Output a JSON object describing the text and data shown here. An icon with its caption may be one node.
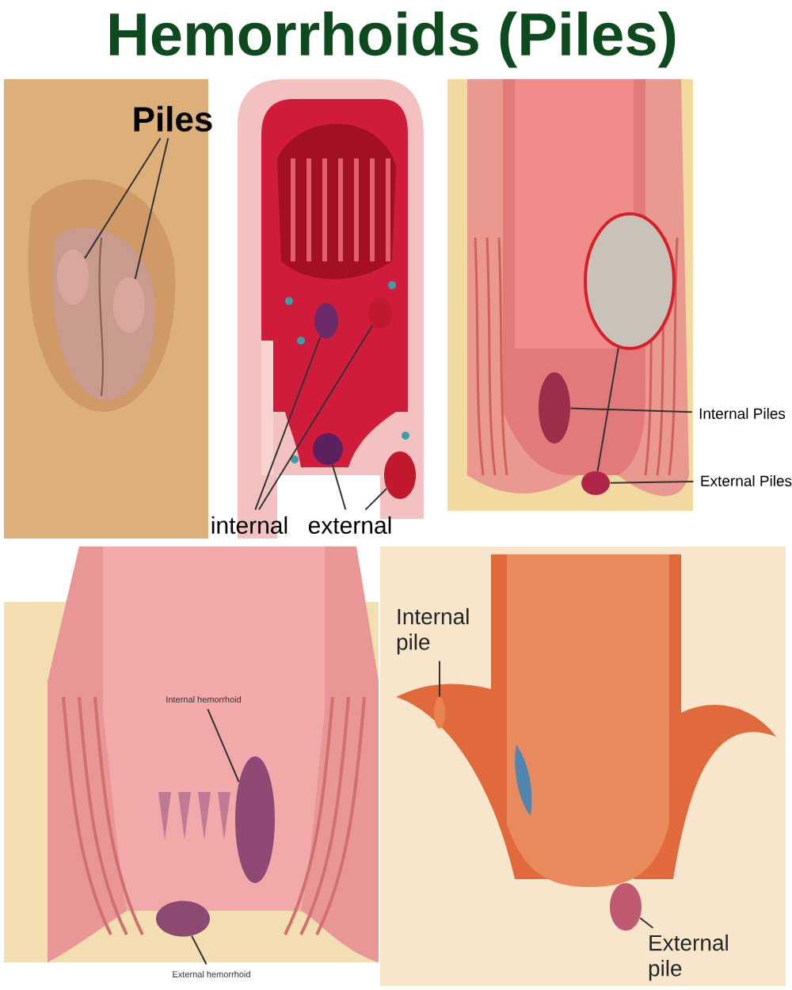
{
  "diagram": {
    "title": "Hemorrhoids (Piles)",
    "nodes": [
      {
        "text": [
          "Piles"
        ]
      },
      {
        "text": [],
        "shape": "circle"
      },
      {
        "text": [],
        "shape": "circle"
      },
      {
        "text": [
          "internal"
        ]
      },
      {
        "text": [
          "external"
        ]
      },
      {
        "text": [],
        "shape": "circle"
      },
      {
        "text": [],
        "shape": "circle"
      },
      {
        "text": [],
        "shape": "circle"
      },
      {
        "text": [],
        "shape": "circle"
      },
      {
        "text": [],
        "shape": "circle"
      },
      {
        "text": [
          "Internal Piles"
        ]
      },
      {
        "text": [
          "External Piles"
        ]
      },
      {
        "text": [],
        "shape": "circle"
      },
      {
        "text": [],
        "shape": "circle"
      },
      {
        "text": [
          "Internal hemorrhoid"
        ]
      },
      {
        "text": [],
        "shape": "circle"
      },
      {
        "text": [],
        "shape": "circle"
      },
      {
        "text": [
          "External hemorrhoid"
        ]
      },
      {
        "text": [
          "Internal pile"
        ]
      },
      {
        "text": [],
        "shape": "circle"
      },
      {
        "text": [],
        "shape": "circle"
      },
      {
        "text": [
          "External pile"
        ]
      }
    ],
    "edges": [
      {
        "from": 0,
        "to": 1,
        "arrow": "none"
      },
      {
        "from": 0,
        "to": 2,
        "arrow": "none"
      },
      {
        "from": 3,
        "to": 5,
        "arrow": "none"
      },
      {
        "from": 3,
        "to": 6,
        "arrow": "none"
      },
      {
        "from": 4,
        "to": 7,
        "arrow": "none"
      },
      {
        "from": 4,
        "to": 8,
        "arrow": "none"
      },
      {
        "from": 9,
        "to": 13,
        "arrow": "none"
      },
      {
        "from": 10,
        "to": 12,
        "arrow": "none"
      },
      {
        "from": 11,
        "to": 13,
        "arrow": "none"
      },
      {
        "from": 14,
        "to": 15,
        "arrow": "none"
      },
      {
        "from": 17,
        "to": 16,
        "arrow": "none"
      },
      {
        "from": 18,
        "to": 19,
        "arrow": "none"
      },
      {
        "from": 21,
        "to": 20,
        "arrow": "none"
      }
    ]
  }
}
